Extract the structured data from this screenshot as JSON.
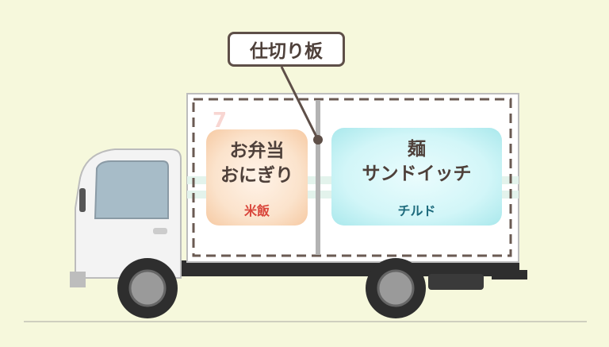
{
  "callout": {
    "label": "仕切り板"
  },
  "compartments": [
    {
      "title_lines": [
        "お弁当",
        "おにぎり"
      ],
      "temperature": "米飯",
      "color": "#d9453a"
    },
    {
      "title_lines": [
        "麺",
        "サンドイッチ"
      ],
      "temperature": "チルド",
      "color": "#1c6a7c"
    }
  ]
}
